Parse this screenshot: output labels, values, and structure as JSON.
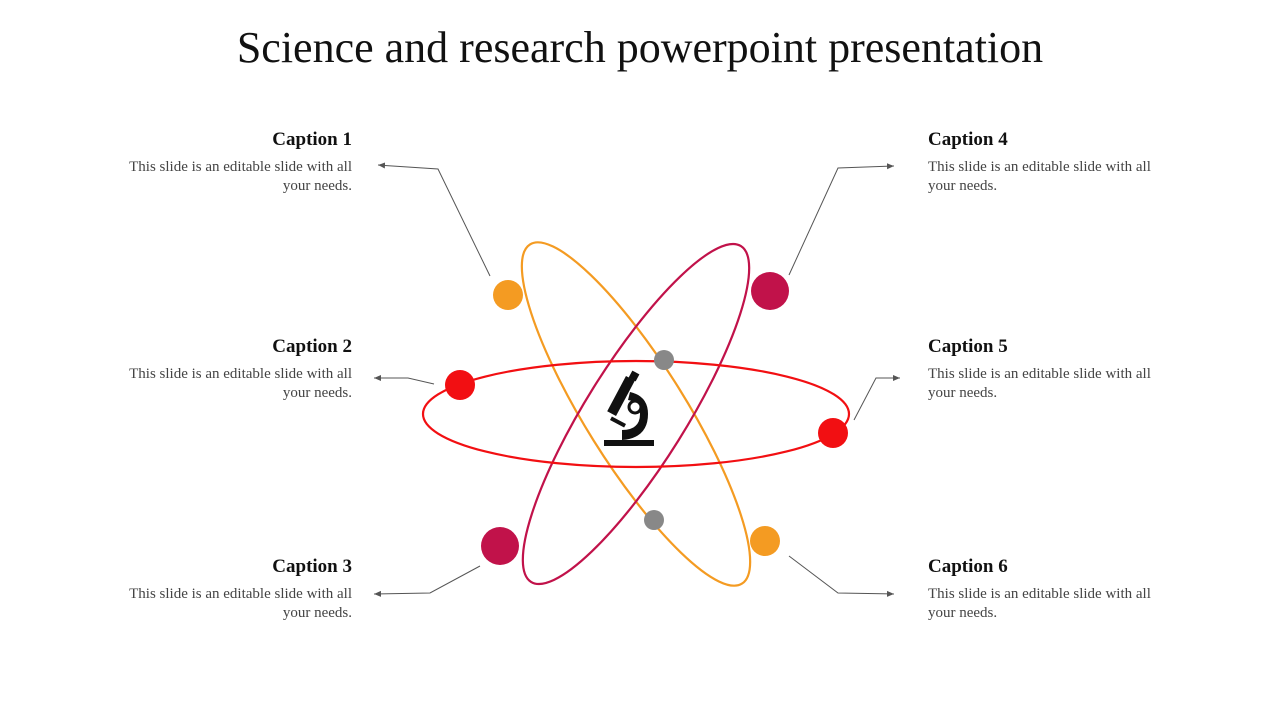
{
  "title": "Science and research powerpoint presentation",
  "colors": {
    "orange": "#F49B22",
    "crimson": "#C1124A",
    "red": "#F20F12",
    "grey": "#888888",
    "connector": "#555555",
    "icon": "#111111"
  },
  "center_icon": "microscope-icon",
  "captions": [
    {
      "heading": "Caption 1",
      "body": "This slide is an editable slide with all your needs."
    },
    {
      "heading": "Caption 2",
      "body": "This slide is an editable slide with all your needs."
    },
    {
      "heading": "Caption 3",
      "body": "This slide is an editable slide with all your needs."
    },
    {
      "heading": "Caption 4",
      "body": "This slide is an editable slide with all your needs."
    },
    {
      "heading": "Caption 5",
      "body": "This slide is an editable slide with all your needs."
    },
    {
      "heading": "Caption 6",
      "body": "This slide is an editable slide with all your needs."
    }
  ]
}
